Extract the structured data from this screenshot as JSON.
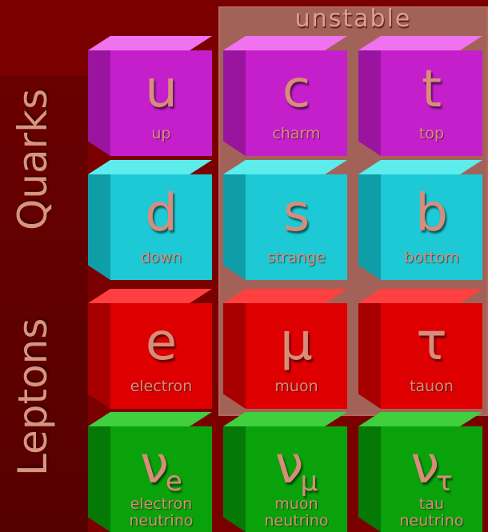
{
  "unstable_label": "unstable",
  "group_labels": {
    "quarks": "Quarks",
    "leptons": "Leptons"
  },
  "particles": {
    "up": {
      "symbol": "u",
      "name": "up"
    },
    "charm": {
      "symbol": "c",
      "name": "charm"
    },
    "top": {
      "symbol": "t",
      "name": "top"
    },
    "down": {
      "symbol": "d",
      "name": "down"
    },
    "strange": {
      "symbol": "s",
      "name": "strange"
    },
    "bottom": {
      "symbol": "b",
      "name": "bottom"
    },
    "electron": {
      "symbol": "e",
      "name": "electron"
    },
    "muon": {
      "symbol": "μ",
      "name": "muon"
    },
    "tauon": {
      "symbol": "τ",
      "name": "tauon"
    },
    "nu_e": {
      "symbol": "ν",
      "sub": "e",
      "name_line1": "electron",
      "name_line2": "neutrino"
    },
    "nu_mu": {
      "symbol": "ν",
      "sub": "μ",
      "name_line1": "muon",
      "name_line2": "neutrino"
    },
    "nu_tau": {
      "symbol": "ν",
      "sub": "τ",
      "name_line1": "tau",
      "name_line2": "neutrino"
    }
  },
  "colors": {
    "background": "#7a0000",
    "unstable_panel": "#a36258",
    "up_quarks": "#c51fcb",
    "down_quarks": "#1dc9d5",
    "charged_leptons": "#de0000",
    "neutrinos": "#0aa20a",
    "label_text": "#d88d7b"
  }
}
